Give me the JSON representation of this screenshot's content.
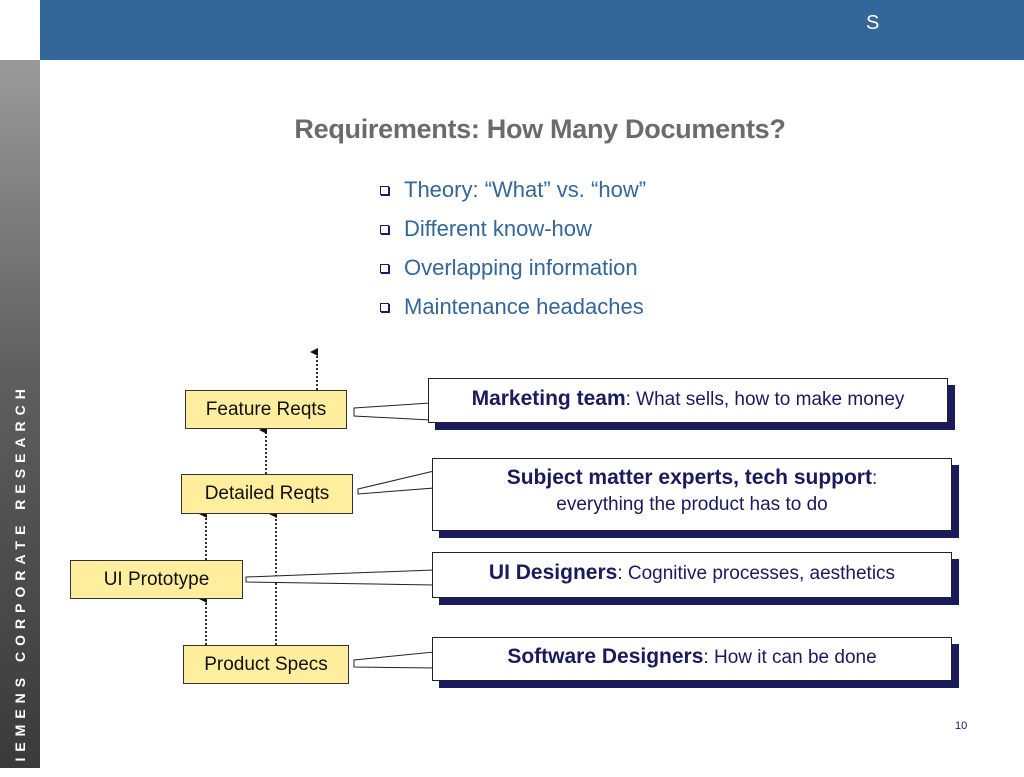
{
  "header": {
    "letter": "S"
  },
  "sidebar": {
    "text": "SIEMENS CORPORATE RESEARCH"
  },
  "slide": {
    "title": "Requirements: How Many Documents?",
    "bullets": [
      "Theory: “What” vs. “how”",
      "Different know-how",
      "Overlapping information",
      "Maintenance headaches"
    ],
    "documents": {
      "feature": "Feature Reqts",
      "detailed": "Detailed Reqts",
      "prototype": "UI Prototype",
      "specs": "Product Specs"
    },
    "callouts": {
      "marketing": {
        "bold": "Marketing team",
        "rest": ": What sells, how to make money"
      },
      "sme": {
        "bold": "Subject matter experts, tech support",
        "rest": ":",
        "line2": "everything the product has to do"
      },
      "ui": {
        "bold": "UI Designers",
        "rest": ": Cognitive processes, aesthetics"
      },
      "software": {
        "bold": "Software Designers",
        "rest": ": How it can be done"
      }
    },
    "page_number": "10"
  },
  "colors": {
    "header_blue": "#336699",
    "doc_fill": "#ffee9e",
    "shadow_navy": "#1a1a5e"
  }
}
